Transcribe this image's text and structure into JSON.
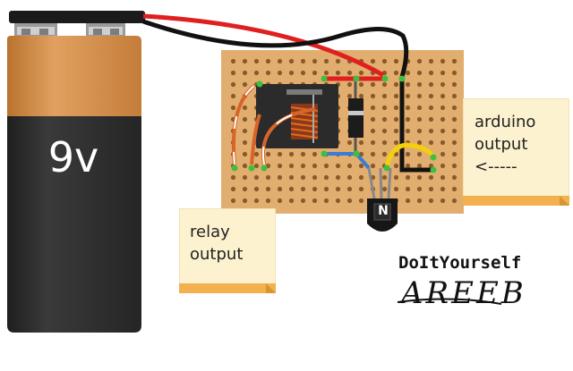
{
  "battery": {
    "label": "9v"
  },
  "notes": {
    "relay": {
      "lines": [
        "relay",
        "output"
      ]
    },
    "arduino": {
      "lines": [
        "arduino",
        "output",
        "<-----"
      ]
    }
  },
  "transistor": {
    "label": "N"
  },
  "brand": {
    "line1": "DoItYourself",
    "line2": "AREEB"
  },
  "colors": {
    "battery_copper": "#d58f48",
    "battery_body": "#2e2e2e",
    "stripboard": "#e2ae70",
    "wire_positive": "#e01f1f",
    "wire_negative": "#111111",
    "wire_orange": "#d9642a",
    "wire_blue": "#3a7bd5",
    "wire_yellow": "#f2d00a",
    "relay_body": "#2b2b2b",
    "note_fill": "#fdf2cf",
    "note_strip": "#f2b04f"
  }
}
